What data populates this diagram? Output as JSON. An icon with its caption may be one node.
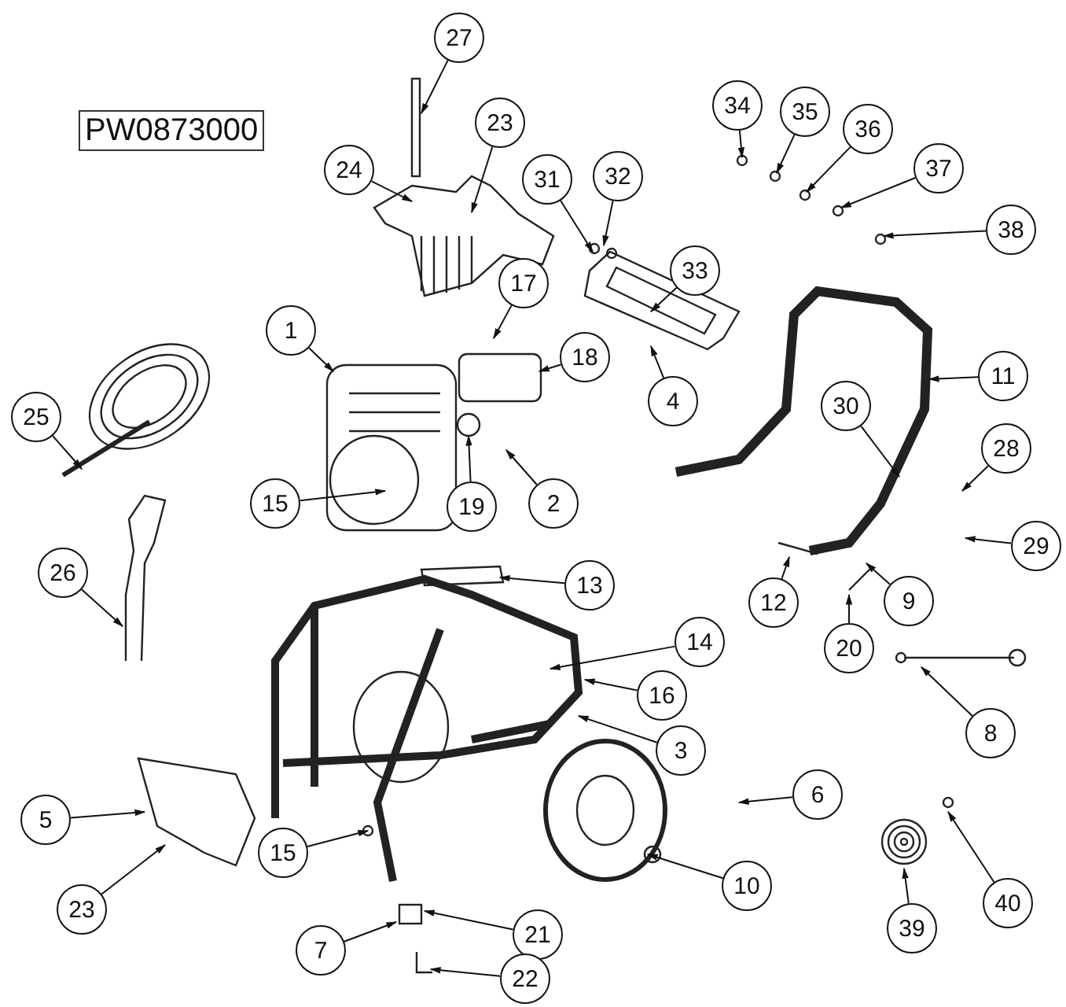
{
  "diagram": {
    "nodes": [
      {
        "text": [
          "27"
        ]
      },
      {
        "text": [
          "23"
        ]
      },
      {
        "text": [
          "24"
        ]
      },
      {
        "text": [
          "34"
        ]
      },
      {
        "text": [
          "35"
        ]
      },
      {
        "text": [
          "36"
        ]
      },
      {
        "text": [
          "37"
        ]
      },
      {
        "text": [
          "38"
        ]
      },
      {
        "text": [
          "32"
        ]
      },
      {
        "text": [
          "31"
        ]
      },
      {
        "text": [
          "33"
        ]
      },
      {
        "text": [
          "1"
        ]
      },
      {
        "text": [
          "25"
        ]
      },
      {
        "text": [
          "17"
        ]
      },
      {
        "text": [
          "11"
        ]
      },
      {
        "text": [
          "4"
        ]
      },
      {
        "text": [
          "18"
        ]
      },
      {
        "text": [
          "30"
        ]
      },
      {
        "text": [
          "28"
        ]
      },
      {
        "text": [
          "2"
        ]
      },
      {
        "text": [
          "19"
        ]
      },
      {
        "text": [
          "15"
        ]
      },
      {
        "text": [
          "26"
        ]
      },
      {
        "text": [
          "13"
        ]
      },
      {
        "text": [
          "29"
        ]
      },
      {
        "text": [
          "12"
        ]
      },
      {
        "text": [
          "9"
        ]
      },
      {
        "text": [
          "14"
        ]
      },
      {
        "text": [
          "20"
        ]
      },
      {
        "text": [
          "16"
        ]
      },
      {
        "text": [
          "3"
        ]
      },
      {
        "text": [
          "8"
        ]
      },
      {
        "text": [
          "6"
        ]
      },
      {
        "text": [
          "5"
        ]
      },
      {
        "text": [
          "15"
        ]
      },
      {
        "text": [
          "23"
        ]
      },
      {
        "text": [
          "10"
        ]
      },
      {
        "text": [
          "39"
        ]
      },
      {
        "text": [
          "40"
        ]
      },
      {
        "text": [
          "7"
        ]
      },
      {
        "text": [
          "21"
        ]
      },
      {
        "text": [
          "22"
        ]
      }
    ],
    "edges": [
      {
        "from": 0,
        "to": null,
        "arrow": "to"
      },
      {
        "from": 1,
        "to": null,
        "arrow": "to"
      },
      {
        "from": 2,
        "to": null,
        "arrow": "to"
      },
      {
        "from": 3,
        "to": null,
        "arrow": "to"
      },
      {
        "from": 4,
        "to": null,
        "arrow": "to"
      },
      {
        "from": 5,
        "to": null,
        "arrow": "to"
      },
      {
        "from": 6,
        "to": null,
        "arrow": "to"
      },
      {
        "from": 7,
        "to": null,
        "arrow": "to"
      },
      {
        "from": 8,
        "to": null,
        "arrow": "to"
      },
      {
        "from": 9,
        "to": null,
        "arrow": "to"
      },
      {
        "from": 10,
        "to": null,
        "arrow": "to"
      },
      {
        "from": 11,
        "to": null,
        "arrow": "to"
      },
      {
        "from": 12,
        "to": null,
        "arrow": "to"
      },
      {
        "from": 13,
        "to": null,
        "arrow": "to"
      },
      {
        "from": 14,
        "to": null,
        "arrow": "to"
      },
      {
        "from": 15,
        "to": null,
        "arrow": "to"
      },
      {
        "from": 16,
        "to": null,
        "arrow": "to"
      },
      {
        "from": 17,
        "to": null,
        "arrow": "to"
      },
      {
        "from": 18,
        "to": null,
        "arrow": "to"
      },
      {
        "from": 19,
        "to": null,
        "arrow": "to"
      },
      {
        "from": 20,
        "to": null,
        "arrow": "to"
      },
      {
        "from": 21,
        "to": null,
        "arrow": "to"
      },
      {
        "from": 22,
        "to": null,
        "arrow": "to"
      },
      {
        "from": 23,
        "to": null,
        "arrow": "to"
      },
      {
        "from": 24,
        "to": null,
        "arrow": "to"
      },
      {
        "from": 25,
        "to": null,
        "arrow": "to"
      },
      {
        "from": 26,
        "to": null,
        "arrow": "to"
      },
      {
        "from": 27,
        "to": null,
        "arrow": "to"
      },
      {
        "from": 28,
        "to": null,
        "arrow": "to"
      },
      {
        "from": 29,
        "to": null,
        "arrow": "to"
      },
      {
        "from": 30,
        "to": null,
        "arrow": "to"
      },
      {
        "from": 31,
        "to": null,
        "arrow": "to"
      },
      {
        "from": 32,
        "to": null,
        "arrow": "to"
      },
      {
        "from": 33,
        "to": null,
        "arrow": "to"
      },
      {
        "from": 34,
        "to": null,
        "arrow": "to"
      },
      {
        "from": 35,
        "to": null,
        "arrow": "to"
      },
      {
        "from": 36,
        "to": null,
        "arrow": "to"
      },
      {
        "from": 37,
        "to": null,
        "arrow": "to"
      },
      {
        "from": 38,
        "to": null,
        "arrow": "to"
      },
      {
        "from": 39,
        "to": null,
        "arrow": "to"
      },
      {
        "from": 40,
        "to": null,
        "arrow": "to"
      },
      {
        "from": 41,
        "to": null,
        "arrow": "to"
      }
    ],
    "labels": [
      "PW0873000"
    ]
  }
}
